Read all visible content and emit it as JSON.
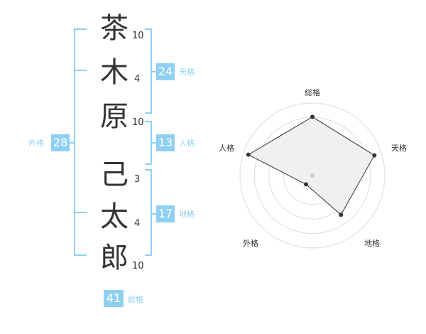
{
  "name_characters": [
    {
      "char": "茶",
      "strokes": "10"
    },
    {
      "char": "木",
      "strokes": "4"
    },
    {
      "char": "原",
      "strokes": "10"
    },
    {
      "char": "己",
      "strokes": "3"
    },
    {
      "char": "太",
      "strokes": "4"
    },
    {
      "char": "郎",
      "strokes": "10"
    }
  ],
  "kakusu": {
    "tenkaku": {
      "value": "24",
      "label": "天格"
    },
    "jinkaku": {
      "value": "13",
      "label": "人格"
    },
    "chikaku": {
      "value": "17",
      "label": "地格"
    },
    "gaikaku": {
      "value": "28",
      "label": "外格"
    },
    "soukaku": {
      "value": "41",
      "label": "総格"
    }
  },
  "radar": {
    "axes": [
      "総格",
      "天格",
      "地格",
      "外格",
      "人格"
    ],
    "values": [
      0.81,
      0.9,
      0.67,
      0.15,
      0.93
    ],
    "ring_count": 5,
    "line_color": "#333333",
    "fill_color": "#eeeeee",
    "ring_color": "#dddddd"
  },
  "colors": {
    "accent": "#8fd0f2",
    "text": "#333333"
  }
}
